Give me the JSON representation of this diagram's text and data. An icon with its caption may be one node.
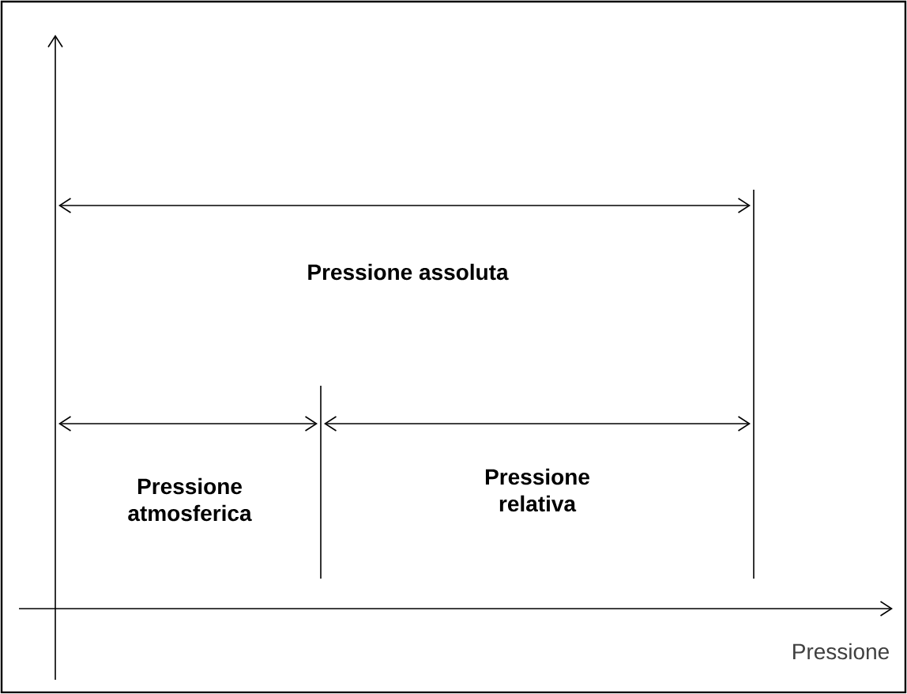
{
  "diagram": {
    "labels": [
      "Pressione assoluta",
      "Pressione atmosferica",
      "Pressione relativa",
      "Pressione"
    ]
  }
}
